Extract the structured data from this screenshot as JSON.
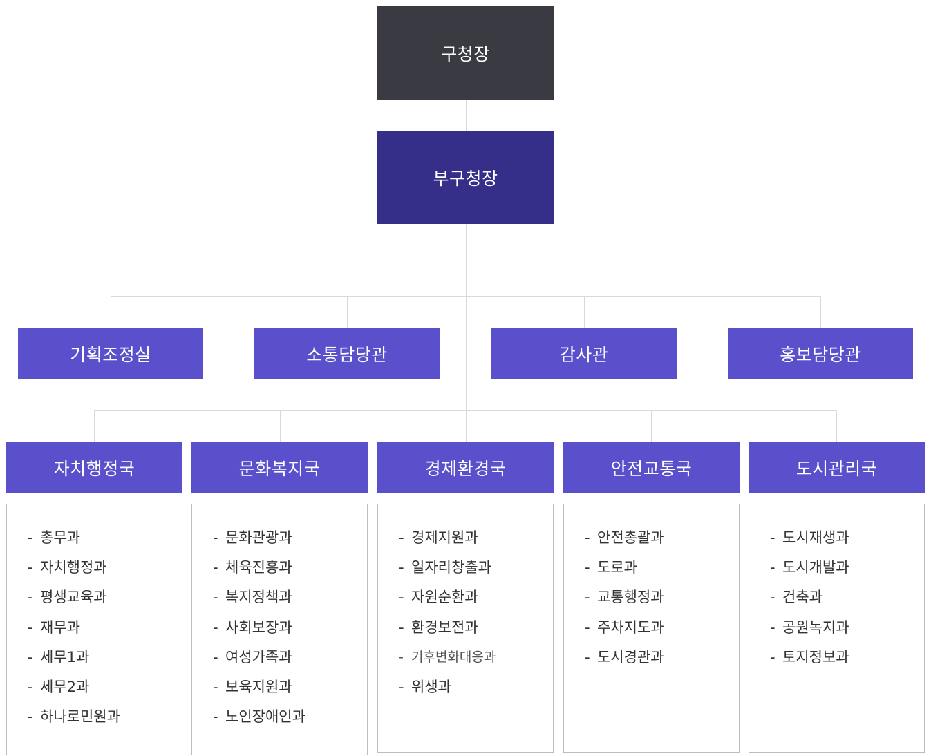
{
  "mayor": "구청장",
  "deputy": "부구청장",
  "staff_offices": [
    "기획조정실",
    "소통담당관",
    "감사관",
    "홍보담당관"
  ],
  "bureaus": [
    {
      "name": "자치행정국",
      "divisions": [
        "총무과",
        "자치행정과",
        "평생교육과",
        "재무과",
        "세무1과",
        "세무2과",
        "하나로민원과"
      ]
    },
    {
      "name": "문화복지국",
      "divisions": [
        "문화관광과",
        "체육진흥과",
        "복지정책과",
        "사회보장과",
        "여성가족과",
        "보육지원과",
        "노인장애인과"
      ]
    },
    {
      "name": "경제환경국",
      "divisions": [
        "경제지원과",
        "일자리창출과",
        "자원순환과",
        "환경보전과",
        "기후변화대응과",
        "위생과"
      ]
    },
    {
      "name": "안전교통국",
      "divisions": [
        "안전총괄과",
        "도로과",
        "교통행정과",
        "주차지도과",
        "도시경관과"
      ]
    },
    {
      "name": "도시관리국",
      "divisions": [
        "도시재생과",
        "도시개발과",
        "건축과",
        "공원녹지과",
        "토지정보과"
      ]
    }
  ],
  "dash": "-",
  "colors": {
    "mayor": "#3a3a42",
    "deputy": "#352f8a",
    "unit": "#5a50cc",
    "connector": "#d9d9d9"
  }
}
